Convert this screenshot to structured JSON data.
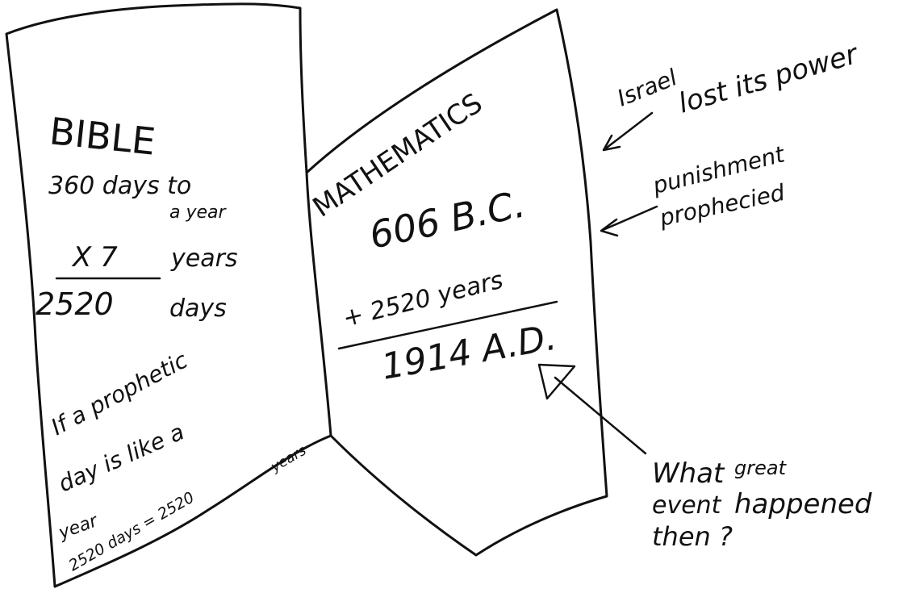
{
  "left_page": {
    "title": "BIBLE",
    "line1_a": "360 days to",
    "line1_b": "a year",
    "mult": "X 7",
    "mult_unit": "years",
    "product": "2520",
    "product_unit": "days",
    "note_1": "If a prophetic",
    "note_2": "day is like a",
    "note_3": "year",
    "note_4": "2520 days = 2520",
    "note_5": "years"
  },
  "right_page": {
    "title": "MATHEMATICS",
    "start": "606 B.C.",
    "add": "+ 2520 years",
    "result": "1914 A.D."
  },
  "annotations": {
    "israel_1": "Israel",
    "israel_2": "lost its power",
    "punish_1": "punishment",
    "punish_2": "prophecied",
    "question_1": "What",
    "question_2": "great",
    "question_3": "event",
    "question_4": "happened",
    "question_5": "then ?"
  }
}
